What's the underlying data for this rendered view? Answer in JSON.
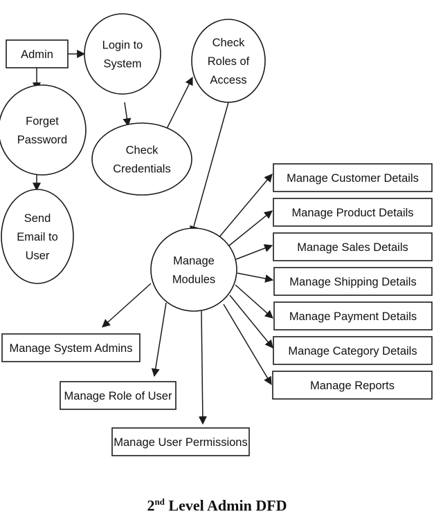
{
  "nodes": {
    "admin": {
      "label": [
        "Admin"
      ]
    },
    "login": {
      "label": [
        "Login to",
        "System"
      ]
    },
    "check_roles": {
      "label": [
        "Check",
        "Roles of",
        "Access"
      ]
    },
    "forget_password": {
      "label": [
        "Forget",
        "Password"
      ]
    },
    "check_credentials": {
      "label": [
        "Check",
        "Credentials"
      ]
    },
    "send_email": {
      "label": [
        "Send",
        "Email to",
        "User"
      ]
    },
    "manage_modules": {
      "label": [
        "Manage",
        "Modules"
      ]
    },
    "customer_details": {
      "label": [
        "Manage Customer Details"
      ]
    },
    "product_details": {
      "label": [
        "Manage Product Details"
      ]
    },
    "sales_details": {
      "label": [
        "Manage Sales Details"
      ]
    },
    "shipping_details": {
      "label": [
        "Manage Shipping Details"
      ]
    },
    "payment_details": {
      "label": [
        "Manage Payment Details"
      ]
    },
    "category_details": {
      "label": [
        "Manage Category Details"
      ]
    },
    "reports": {
      "label": [
        "Manage Reports"
      ]
    },
    "system_admins": {
      "label": [
        "Manage System Admins"
      ]
    },
    "role_of_user": {
      "label": [
        "Manage Role of User"
      ]
    },
    "user_permissions": {
      "label": [
        "Manage User Permissions"
      ]
    }
  },
  "edges": [
    [
      "admin",
      "login"
    ],
    [
      "admin",
      "forget_password"
    ],
    [
      "login",
      "check_credentials"
    ],
    [
      "check_credentials",
      "check_roles"
    ],
    [
      "forget_password",
      "send_email"
    ],
    [
      "check_roles",
      "manage_modules"
    ],
    [
      "manage_modules",
      "customer_details"
    ],
    [
      "manage_modules",
      "product_details"
    ],
    [
      "manage_modules",
      "sales_details"
    ],
    [
      "manage_modules",
      "shipping_details"
    ],
    [
      "manage_modules",
      "payment_details"
    ],
    [
      "manage_modules",
      "category_details"
    ],
    [
      "manage_modules",
      "reports"
    ],
    [
      "manage_modules",
      "system_admins"
    ],
    [
      "manage_modules",
      "role_of_user"
    ],
    [
      "manage_modules",
      "user_permissions"
    ]
  ],
  "caption": {
    "prefix": "2",
    "superscript": "nd",
    "text": " Level Admin DFD"
  }
}
